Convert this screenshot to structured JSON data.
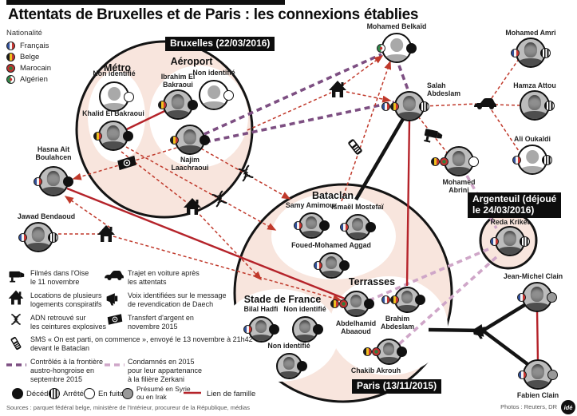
{
  "title": "Attentats de Bruxelles et de Paris : les connexions établies",
  "nationality": {
    "heading": "Nationalité",
    "items": [
      {
        "label": "Français",
        "code": "fr"
      },
      {
        "label": "Belge",
        "code": "be"
      },
      {
        "label": "Marocain",
        "code": "ma"
      },
      {
        "label": "Algérien",
        "code": "dz"
      }
    ]
  },
  "groups": {
    "bruxelles_label": "Bruxelles (22/03/2016)",
    "paris_label": "Paris (13/11/2015)",
    "argenteuil_label": "Argenteuil (déjoué\nle 24/03/2016)",
    "metro": "Métro",
    "aeroport": "Aéroport",
    "bataclan": "Bataclan",
    "terrasses": "Terrasses",
    "stade_de_france": "Stade de France"
  },
  "people": [
    {
      "name": "Non identifié",
      "nationalities": [],
      "status": "en fuite",
      "portrait": "silhouette"
    },
    {
      "name": "Khalid El Bakraoui",
      "nationalities": [
        "belge"
      ],
      "status": "décédé",
      "portrait": "photo"
    },
    {
      "name": "Ibrahim El Bakraoui",
      "nationalities": [
        "belge"
      ],
      "status": "décédé",
      "portrait": "photo"
    },
    {
      "name": "Non identifié",
      "nationalities": [],
      "status": "en fuite",
      "portrait": "silhouette"
    },
    {
      "name": "Najim Laachraoui",
      "nationalities": [
        "belge"
      ],
      "status": "décédé",
      "portrait": "photo"
    },
    {
      "name": "Mohamed Belkaïd",
      "nationalities": [
        "algérien"
      ],
      "status": "décédé",
      "portrait": "silhouette"
    },
    {
      "name": "Salah Abdeslam",
      "nationalities": [
        "français",
        "belge"
      ],
      "status": "arrêté",
      "portrait": "photo"
    },
    {
      "name": "Mohamed Amri",
      "nationalities": [
        "français"
      ],
      "status": "arrêté",
      "portrait": "photo"
    },
    {
      "name": "Hamza Attou",
      "nationalities": [],
      "status": "arrêté",
      "portrait": "photo"
    },
    {
      "name": "Ali Oukaldi",
      "nationalities": [
        "français"
      ],
      "status": "arrêté",
      "portrait": "silhouette"
    },
    {
      "name": "Mohamed Abrini",
      "nationalities": [
        "belge",
        "marocain"
      ],
      "status": "en fuite",
      "portrait": "photo"
    },
    {
      "name": "Hasna Ait Boulahcen",
      "nationalities": [
        "français"
      ],
      "status": "décédé",
      "portrait": "photo"
    },
    {
      "name": "Jawad Bendaoud",
      "nationalities": [
        "français"
      ],
      "status": "arrêté",
      "portrait": "photo"
    },
    {
      "name": "Reda Kriket",
      "nationalities": [
        "français"
      ],
      "status": "arrêté",
      "portrait": "photo"
    },
    {
      "name": "Jean-Michel Clain",
      "nationalities": [
        "français"
      ],
      "status": "présumé en Syrie ou en Irak",
      "portrait": "photo"
    },
    {
      "name": "Fabien Clain",
      "nationalities": [
        "français"
      ],
      "status": "présumé en Syrie ou en Irak",
      "portrait": "photo"
    },
    {
      "name": "Samy Amimour",
      "nationalities": [
        "français"
      ],
      "status": "décédé",
      "portrait": "photo"
    },
    {
      "name": "Ismaël Mostefaï",
      "nationalities": [
        "français"
      ],
      "status": "décédé",
      "portrait": "photo"
    },
    {
      "name": "Foued-Mohamed Aggad",
      "nationalities": [
        "français"
      ],
      "status": "décédé",
      "portrait": "photo"
    },
    {
      "name": "Bilal Hadfi",
      "nationalities": [
        "français"
      ],
      "status": "décédé",
      "portrait": "photo"
    },
    {
      "name": "Non identifié",
      "nationalities": [],
      "status": "décédé",
      "portrait": "photo"
    },
    {
      "name": "Non identifié",
      "nationalities": [],
      "status": "décédé",
      "portrait": "photo"
    },
    {
      "name": "Abdelhamid Abaaoud",
      "nationalities": [
        "belge",
        "marocain"
      ],
      "status": "décédé",
      "portrait": "photo"
    },
    {
      "name": "Brahim Abdeslam",
      "nationalities": [
        "français",
        "belge"
      ],
      "status": "décédé",
      "portrait": "photo"
    },
    {
      "name": "Chakib Akrouh",
      "nationalities": [
        "belge",
        "marocain"
      ],
      "status": "décédé",
      "portrait": "photo"
    }
  ],
  "legend": {
    "items": [
      {
        "icon": "camera-icon",
        "label": "Filmés dans l'Oise\nle 11 novembre"
      },
      {
        "icon": "house-icon",
        "label": "Locations de plusieurs\nlogements conspiratifs"
      },
      {
        "icon": "dna-icon",
        "label": "ADN retrouvé sur\nles ceintures explosives"
      },
      {
        "icon": "phone-icon",
        "label": "SMS « On est parti, on commence », envoyé le 13 novembre à 21h42\ndevant le Bataclan"
      },
      {
        "icon": "car-icon",
        "label": "Trajet en voiture après\nles attentats"
      },
      {
        "icon": "megaphone-icon",
        "label": "Voix identifiées sur le message\nde revendication de Daech"
      },
      {
        "icon": "money-transfer-icon",
        "label": "Transfert d'argent en\nnovembre 2015"
      },
      {
        "icon": "purple-dashed-line",
        "label": "Contrôlés à la frontière\naustro-hongroise en\nseptembre 2015"
      },
      {
        "icon": "pink-dashed-line",
        "label": "Condamnés en 2015\npour leur appartenance\nà la filière Zerkani"
      }
    ],
    "status": [
      {
        "label": "Décédé"
      },
      {
        "label": "Arrêté"
      },
      {
        "label": "En fuite"
      },
      {
        "label": "Présumé en Syrie\nou en Irak"
      }
    ],
    "family_label": "Lien de famille"
  },
  "connections": {
    "lien_de_famille": [
      [
        "Khalid El Bakraoui",
        "Ibrahim El Bakraoui"
      ],
      [
        "Salah Abdeslam",
        "Brahim Abdeslam"
      ],
      [
        "Hasna Ait Boulahcen",
        "Abdelhamid Abaaoud"
      ],
      [
        "Jean-Michel Clain",
        "Fabien Clain"
      ]
    ],
    "controle_frontiere": [
      [
        "Najim Laachraoui",
        "Mohamed Belkaïd"
      ],
      [
        "Najim Laachraoui",
        "Salah Abdeslam"
      ],
      [
        "Mohamed Belkaïd",
        "Salah Abdeslam"
      ]
    ],
    "filiere_zerkani": [
      [
        "Reda Kriket",
        "Abdelhamid Abaaoud"
      ],
      [
        "Reda Kriket",
        "Chakib Akrouh"
      ],
      [
        "Mohamed Abrini",
        "Reda Kriket"
      ]
    ],
    "trajet_voiture": [
      [
        "Salah Abdeslam",
        "Mohamed Amri"
      ],
      [
        "Salah Abdeslam",
        "Hamza Attou"
      ],
      [
        "Salah Abdeslam",
        "Ali Oukaldi"
      ]
    ],
    "filmes_oise": [
      [
        "Salah Abdeslam",
        "Mohamed Abrini"
      ]
    ],
    "sms": [
      [
        "Bataclan",
        "Mohamed Belkaïd"
      ]
    ],
    "adn_ceintures": [
      [
        "Najim Laachraoui",
        "Paris"
      ],
      [
        "Khalid El Bakraoui",
        "Paris"
      ]
    ],
    "logements": [
      [
        "Bruxelles",
        "Mohamed Belkaïd"
      ],
      [
        "Bruxelles",
        "Salah Abdeslam"
      ],
      [
        "Khalid El Bakraoui",
        "Paris"
      ],
      [
        "Jawad Bendaoud",
        "Hasna Ait Boulahcen"
      ],
      [
        "Jawad Bendaoud",
        "Abdelhamid Abaaoud"
      ]
    ],
    "transfert_argent": [
      [
        "Najim Laachraoui",
        "Hasna Ait Boulahcen"
      ]
    ],
    "voix_revendication": [
      [
        "Jean-Michel Clain",
        "Paris"
      ],
      [
        "Fabien Clain",
        "Paris"
      ]
    ]
  },
  "colors": {
    "group_fill": "#f8e5dd",
    "family_line": "#b5232a",
    "link_dashed": "#c0392b",
    "border_control": "#7d4f82",
    "zerkani": "#cfa6c8"
  },
  "footer": {
    "sources": "Sources : parquet fédéral belge, ministère de l'Intérieur, procureur de la République, médias",
    "credits": "Photos : Reuters, DR",
    "logo": "idé"
  }
}
